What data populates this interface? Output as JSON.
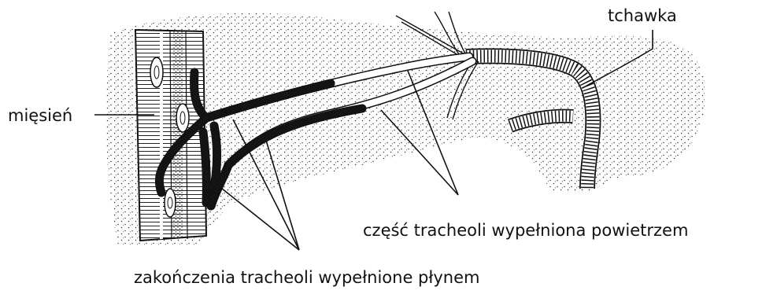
{
  "diagram": {
    "labels": {
      "trachea": "tchawka",
      "muscle": "mięsień",
      "air_filled": "część tracheoli wypełniona powietrzem",
      "fluid_filled": "zakończenia tracheoli wypełnione płynem"
    },
    "colors": {
      "ink": "#111111",
      "background": "#ffffff",
      "stipple": "#333333"
    }
  }
}
